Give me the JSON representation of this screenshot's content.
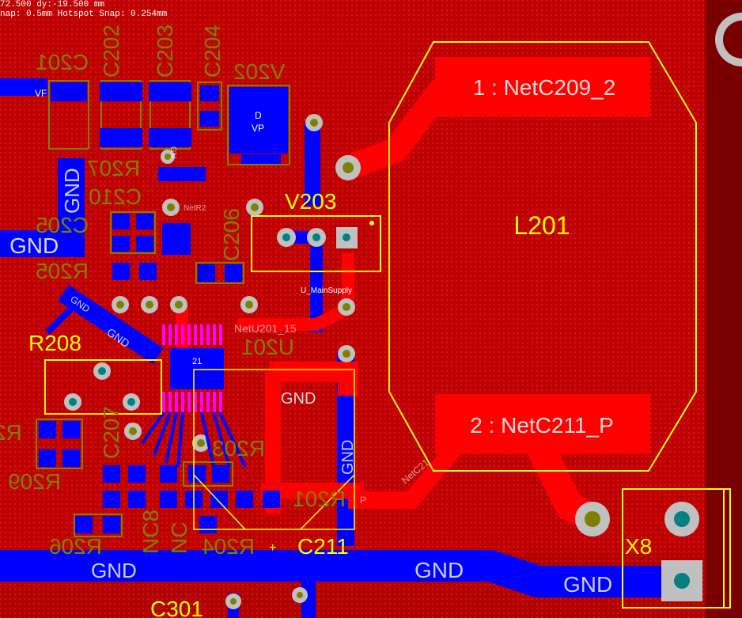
{
  "hud": {
    "coords": "72.500   dy:-19.500 mm",
    "snap": "nap: 0.5mm Hotspot Snap: 0.254mm"
  },
  "colors": {
    "board": "#b30000",
    "copper_top": "#ff0000",
    "copper_bottom": "#0000ff",
    "silk_top": "#ffff00",
    "silk_bottom": "#808000",
    "pad": "#c0c0c0",
    "pad_inner": "#008080"
  },
  "inductor": {
    "designator": "L201",
    "pad1_label": "1 : NetC209_2",
    "pad2_label": "2 : NetC211_P"
  },
  "top_designators": {
    "v203": "V203",
    "r208": "R208",
    "c211": "C211",
    "c301": "C301",
    "x8": "X8"
  },
  "bottom_designators": {
    "c201": "C201",
    "c202": "C202",
    "c203": "C203",
    "c204": "C204",
    "v202": "V202",
    "r207": "R207",
    "c210": "C210",
    "c205": "C205",
    "r205": "R205",
    "c206": "C206",
    "u201": "U201",
    "c207": "C207",
    "r203": "R203",
    "r201": "R201",
    "r209": "R209",
    "r2_partial": "R2",
    "r206": "R206",
    "r204": "R204",
    "nc208_a": "NC8",
    "nc208_b": "NC",
    "r201_left": "R201"
  },
  "net_labels": {
    "gnd_left": "GND",
    "gnd_diag1": "GND",
    "gnd_diag2": "GND",
    "gnd_vertical1": "GND",
    "gnd_vertical2": "GND",
    "gnd_mid": "GND",
    "gnd_bottom1": "GND",
    "gnd_bottom2": "GND",
    "gnd_bottom3": "GND",
    "gnd_small": "GN",
    "u_mainsupply": "U_MainSupply",
    "net_u201_15": "NetU201_15",
    "net_c211": "NetC21",
    "net_r2": "NetR2",
    "vp_text": "VP",
    "d_text": "D",
    "chip_pin": "21",
    "net_p": "P",
    "vf_text": "VF"
  }
}
